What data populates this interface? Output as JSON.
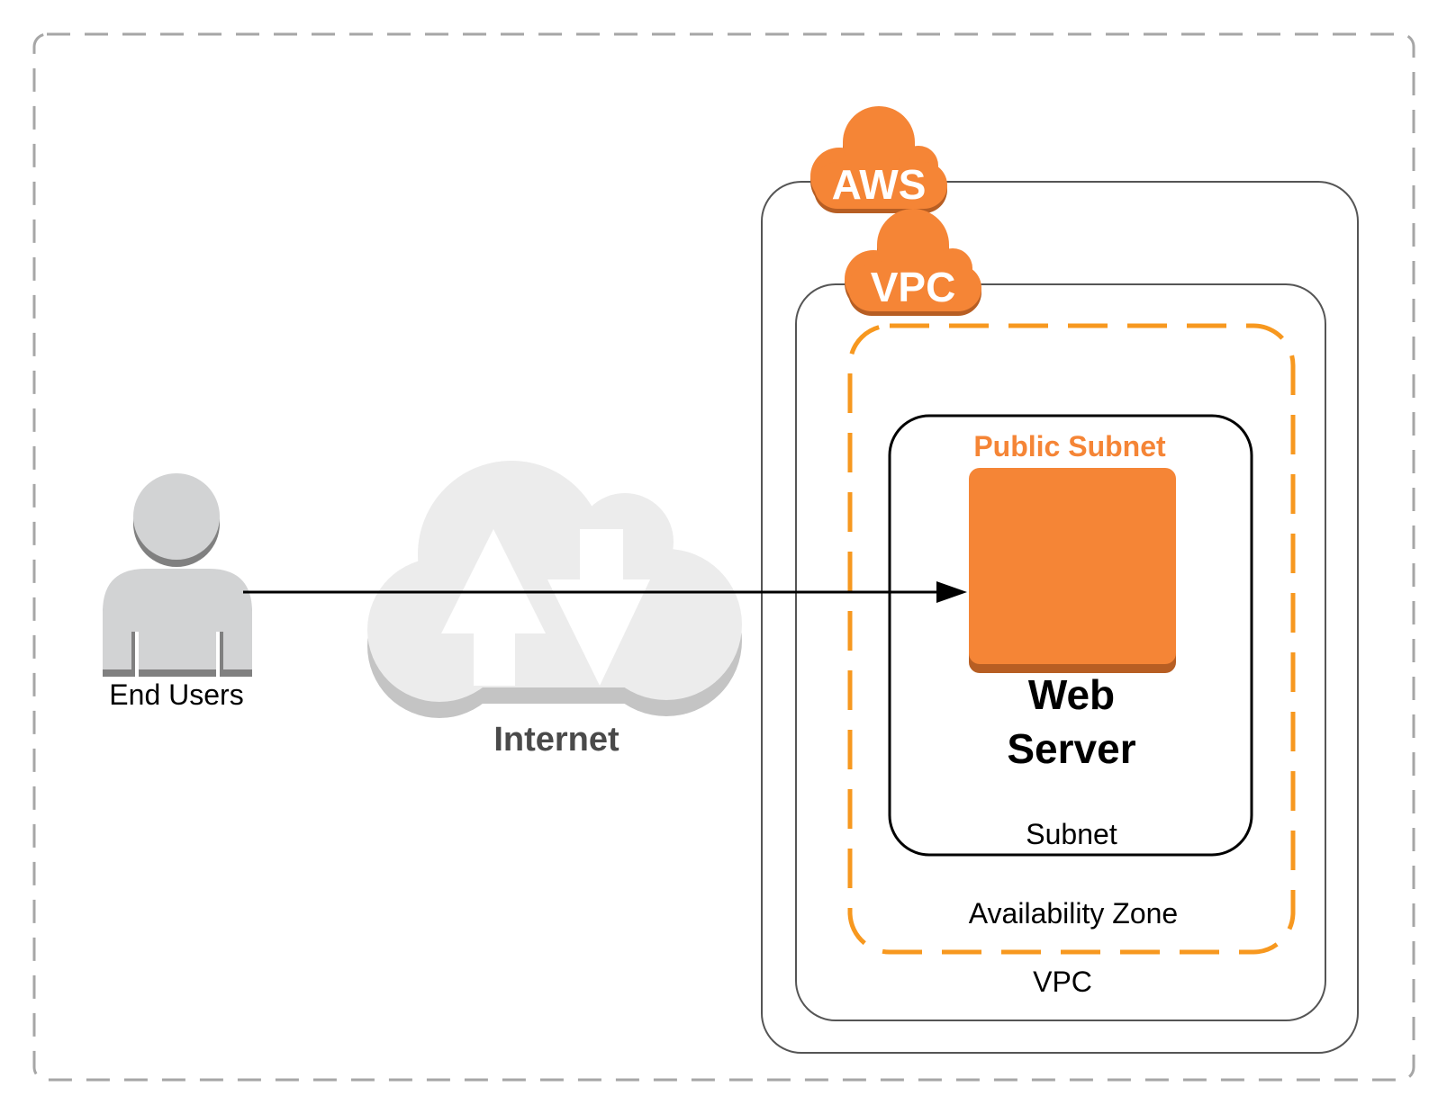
{
  "labels": {
    "end_users": "End Users",
    "internet": "Internet",
    "aws_badge": "AWS",
    "vpc_badge": "VPC",
    "public_subnet": "Public Subnet",
    "web_server_line1": "Web",
    "web_server_line2": "Server",
    "subnet": "Subnet",
    "availability_zone": "Availability Zone",
    "vpc": "VPC"
  },
  "colors": {
    "aws_orange": "#f58536",
    "aws_orange_shadow": "#b75e23",
    "zone_dash": "#f7981f",
    "person_gray": "#d2d3d4",
    "person_shadow": "#808080",
    "cloud_fill": "#ececec",
    "cloud_shadow": "#c4c4c4",
    "outer_dash": "#a6a6a6",
    "text_dark": "#000000",
    "internet_text": "#4a4a4a"
  },
  "icons": {
    "user": "person-icon",
    "internet": "internet-cloud-icon",
    "aws": "aws-cloud-badge-icon",
    "vpc": "vpc-cloud-badge-icon",
    "server": "ec2-instance-icon"
  }
}
